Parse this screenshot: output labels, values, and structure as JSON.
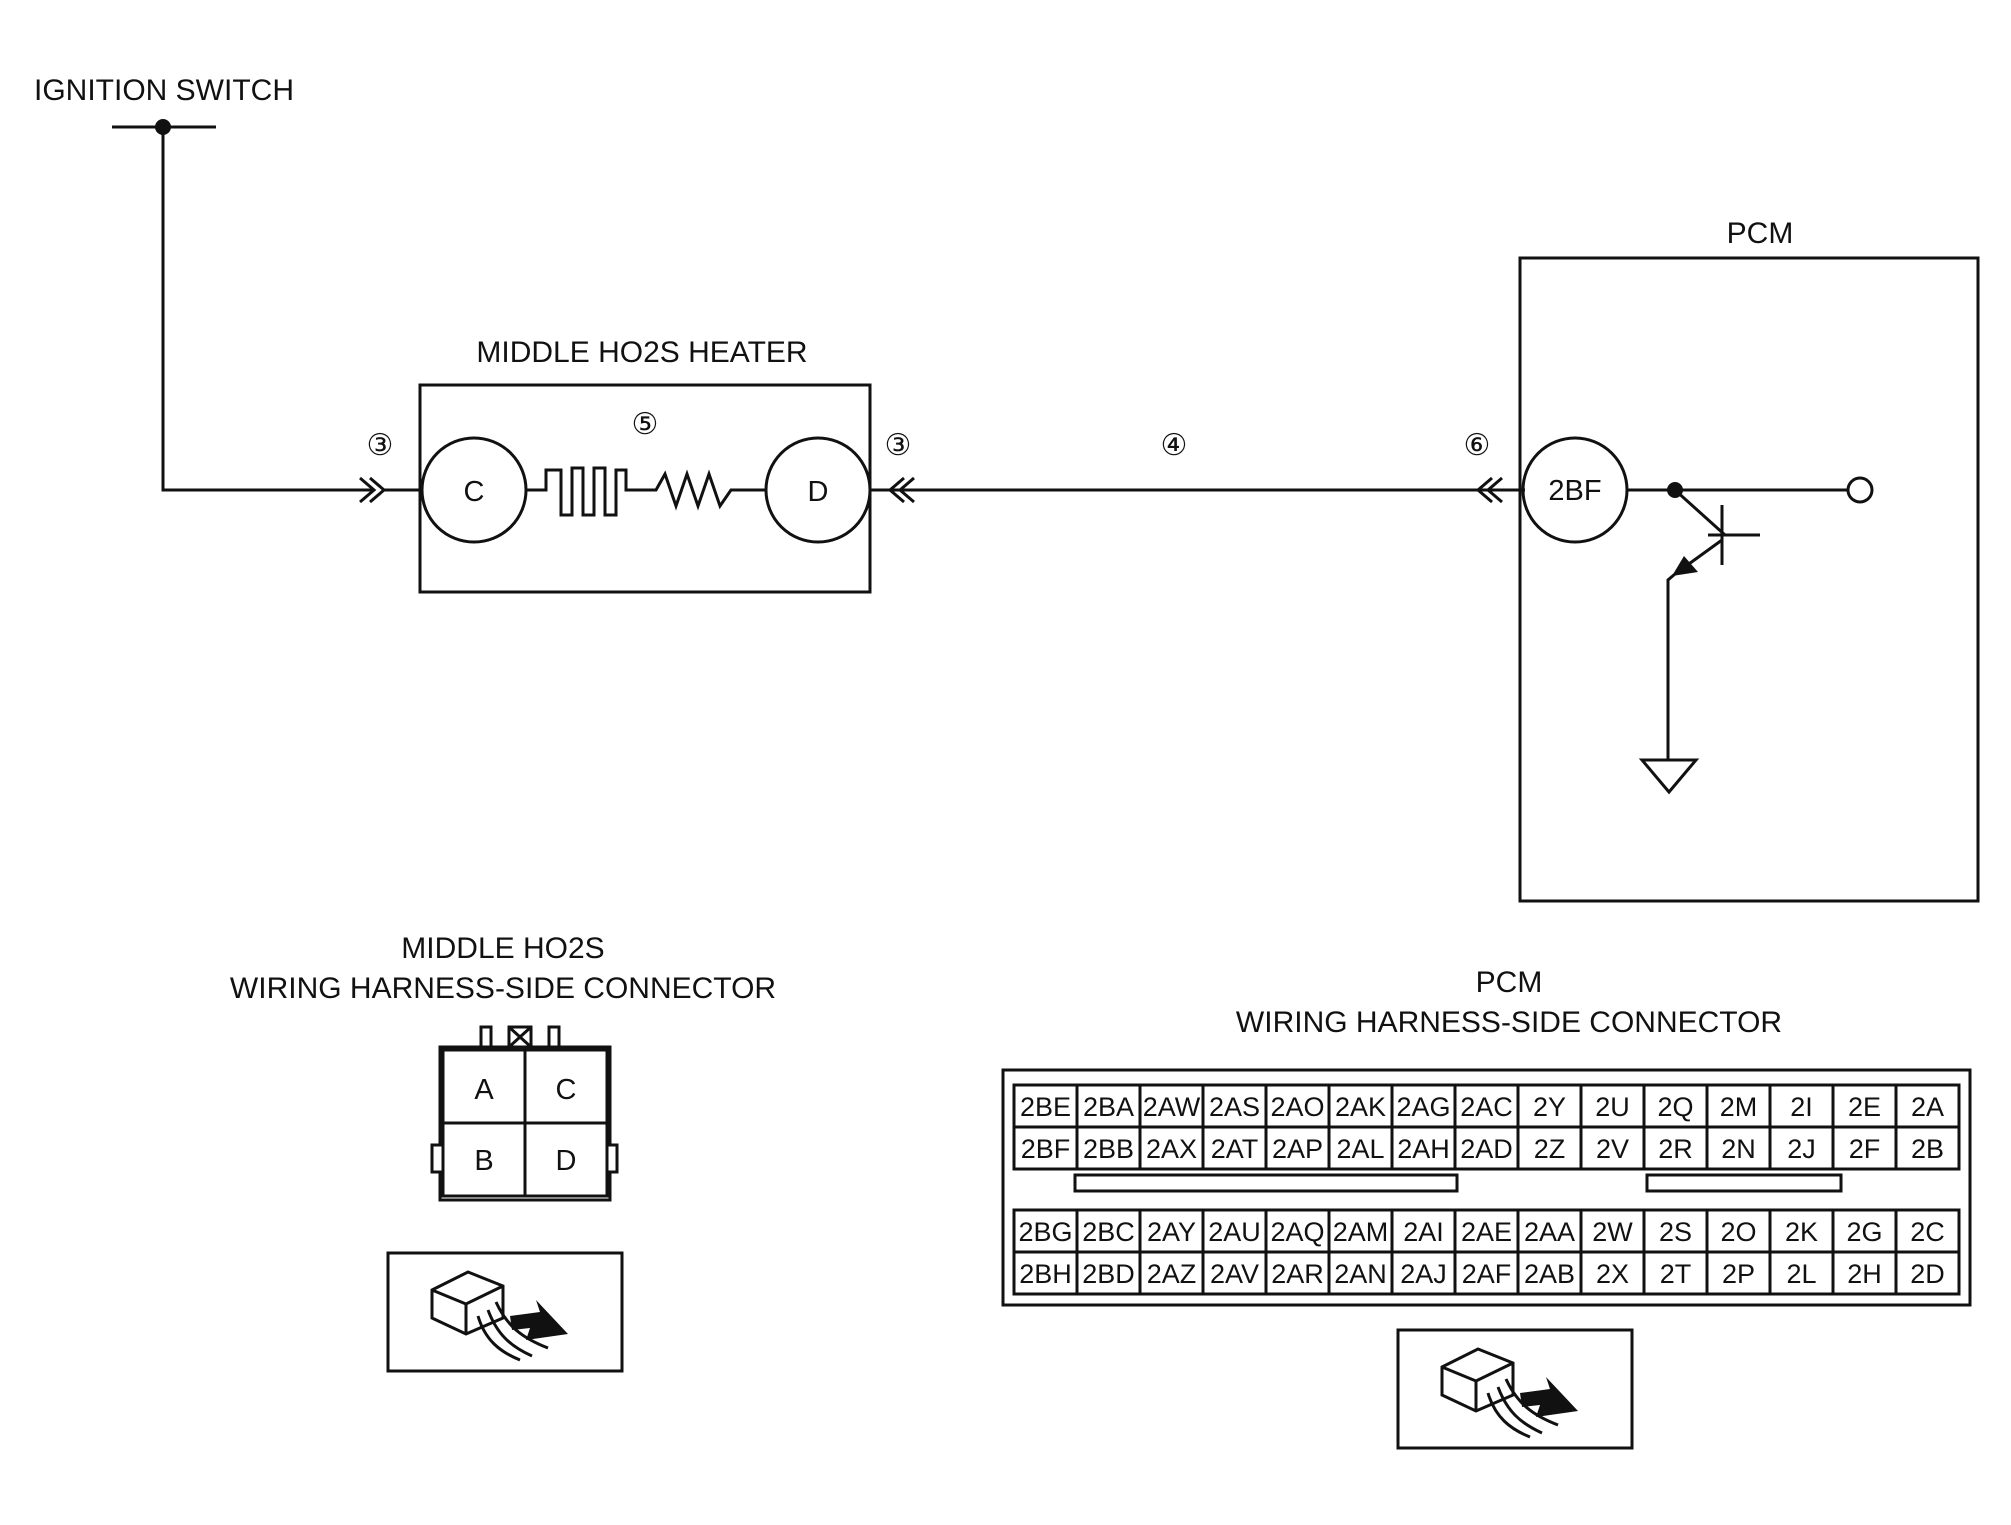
{
  "labels": {
    "ignition_switch": "IGNITION SWITCH",
    "heater_title": "MIDDLE HO2S HEATER",
    "pcm_title": "PCM",
    "ho2s_conn_line1": "MIDDLE HO2S",
    "ho2s_conn_line2": "WIRING HARNESS-SIDE CONNECTOR",
    "pcm_conn_line1": "PCM",
    "pcm_conn_line2": "WIRING HARNESS-SIDE CONNECTOR"
  },
  "pins": {
    "heater_c": "C",
    "heater_d": "D",
    "pcm_2bf": "2BF"
  },
  "callouts": {
    "left_connector": "③",
    "heater_element": "⑤",
    "right_connector": "③",
    "harness": "④",
    "pcm_connector": "⑥"
  },
  "ho2s_connector": {
    "cells": [
      "A",
      "C",
      "B",
      "D"
    ]
  },
  "pcm_connector": {
    "rows": [
      [
        "2BE",
        "2BA",
        "2AW",
        "2AS",
        "2AO",
        "2AK",
        "2AG",
        "2AC",
        "2Y",
        "2U",
        "2Q",
        "2M",
        "2I",
        "2E",
        "2A"
      ],
      [
        "2BF",
        "2BB",
        "2AX",
        "2AT",
        "2AP",
        "2AL",
        "2AH",
        "2AD",
        "2Z",
        "2V",
        "2R",
        "2N",
        "2J",
        "2F",
        "2B"
      ],
      [
        "2BG",
        "2BC",
        "2AY",
        "2AU",
        "2AQ",
        "2AM",
        "2AI",
        "2AE",
        "2AA",
        "2W",
        "2S",
        "2O",
        "2K",
        "2G",
        "2C"
      ],
      [
        "2BH",
        "2BD",
        "2AZ",
        "2AV",
        "2AR",
        "2AN",
        "2AJ",
        "2AF",
        "2AB",
        "2X",
        "2T",
        "2P",
        "2L",
        "2H",
        "2D"
      ]
    ]
  }
}
